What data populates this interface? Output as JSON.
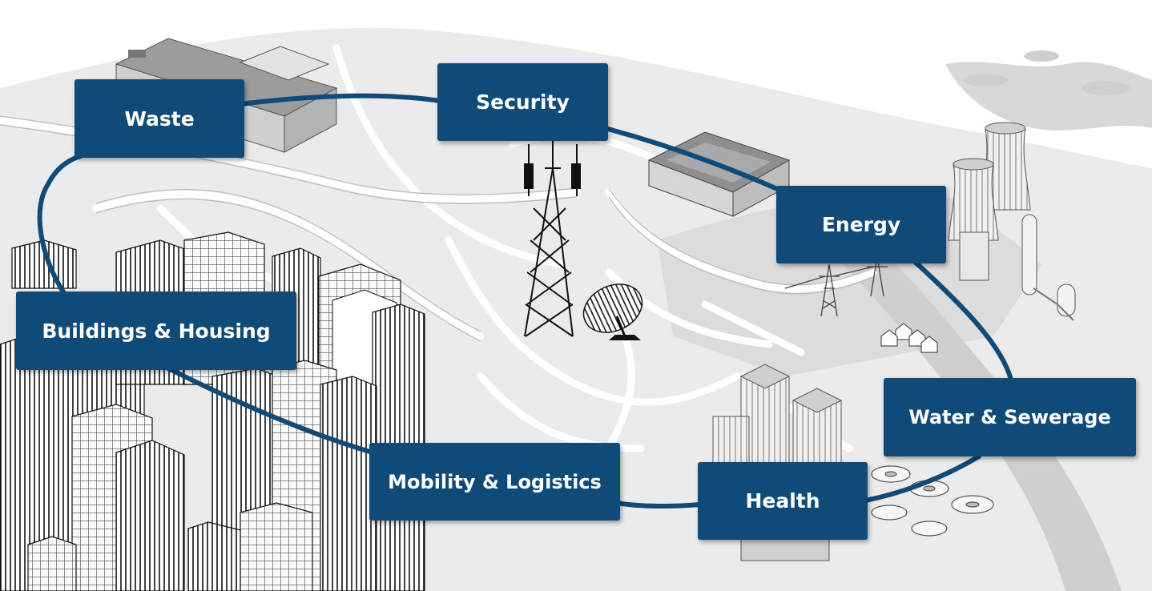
{
  "diagram": {
    "nodes": [
      {
        "id": "waste",
        "label": "Waste"
      },
      {
        "id": "security",
        "label": "Security"
      },
      {
        "id": "energy",
        "label": "Energy"
      },
      {
        "id": "water",
        "label": "Water & Sewerage"
      },
      {
        "id": "health",
        "label": "Health"
      },
      {
        "id": "mobility",
        "label": "Mobility & Logistics"
      },
      {
        "id": "buildings",
        "label": "Buildings & Housing"
      }
    ],
    "connections": [
      [
        "waste",
        "security"
      ],
      [
        "security",
        "energy"
      ],
      [
        "energy",
        "water"
      ],
      [
        "water",
        "health"
      ],
      [
        "health",
        "mobility"
      ],
      [
        "mobility",
        "buildings"
      ],
      [
        "buildings",
        "waste"
      ]
    ],
    "colors": {
      "node_fill": "#0f4a78",
      "node_text": "#ffffff",
      "connector": "#0f4a78",
      "map_background": "#e6e6e6",
      "map_roads": "#ffffff"
    },
    "background_icons": [
      "industrial-building-icon",
      "radio-tower-icon",
      "satellite-dish-icon",
      "stadium-icon",
      "power-plant-icon",
      "cooling-tower-icon",
      "power-pylon-icon",
      "hospital-icon",
      "water-treatment-icon",
      "skyscraper-icon"
    ]
  }
}
